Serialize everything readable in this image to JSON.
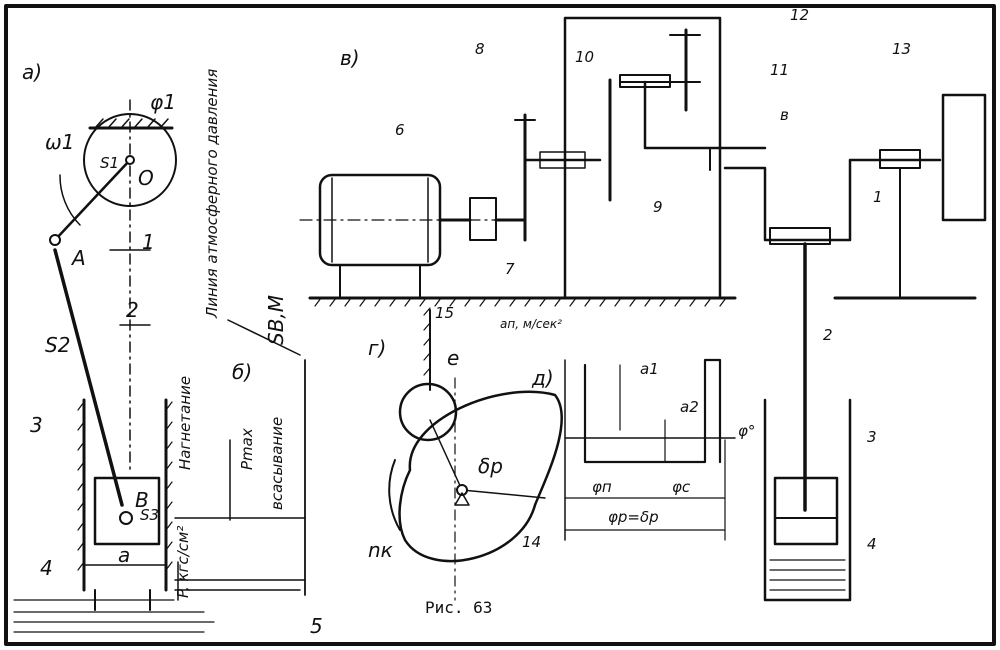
{
  "figure": {
    "caption": "Рис. 63",
    "panels": {
      "a": "а)",
      "b": "б)",
      "v": "в)",
      "g": "г)",
      "d": "д)"
    }
  },
  "panel_a": {
    "labels": {
      "y1": "φ1",
      "omega": "ω1",
      "s1": "S1",
      "o": "O",
      "a": "A",
      "link1": "1",
      "link2": "2",
      "s2": "S2",
      "link3": "3",
      "b": "B",
      "s3": "S3",
      "link4": "4",
      "dim_a": "a"
    }
  },
  "panel_b": {
    "labels": {
      "atm_line": "Линия атмосферного давления",
      "axis_s": "SB,M",
      "discharge": "Нагнетание",
      "suction": "всасывание",
      "pmax": "Pmax",
      "pressure_axis": "P, кгс/см²",
      "num5": "5"
    }
  },
  "panel_v": {
    "labels": {
      "n6": "6",
      "n7": "7",
      "n8": "8",
      "n9": "9",
      "n10": "10",
      "n11": "11",
      "n12": "12",
      "n13": "13",
      "v": "в",
      "n1": "1",
      "n2": "2",
      "n3": "3",
      "n4": "4"
    }
  },
  "panel_g": {
    "labels": {
      "n15": "15",
      "e": "e",
      "delta_p": "δр",
      "nk": "nк",
      "n14": "14"
    }
  },
  "panel_d": {
    "labels": {
      "axis_a": "aп, м/сек²",
      "a1": "a1",
      "a2": "a2",
      "phi": "φ°",
      "phi_p": "φп",
      "phi_c": "φс",
      "phi_sum": "φр=δр"
    }
  }
}
